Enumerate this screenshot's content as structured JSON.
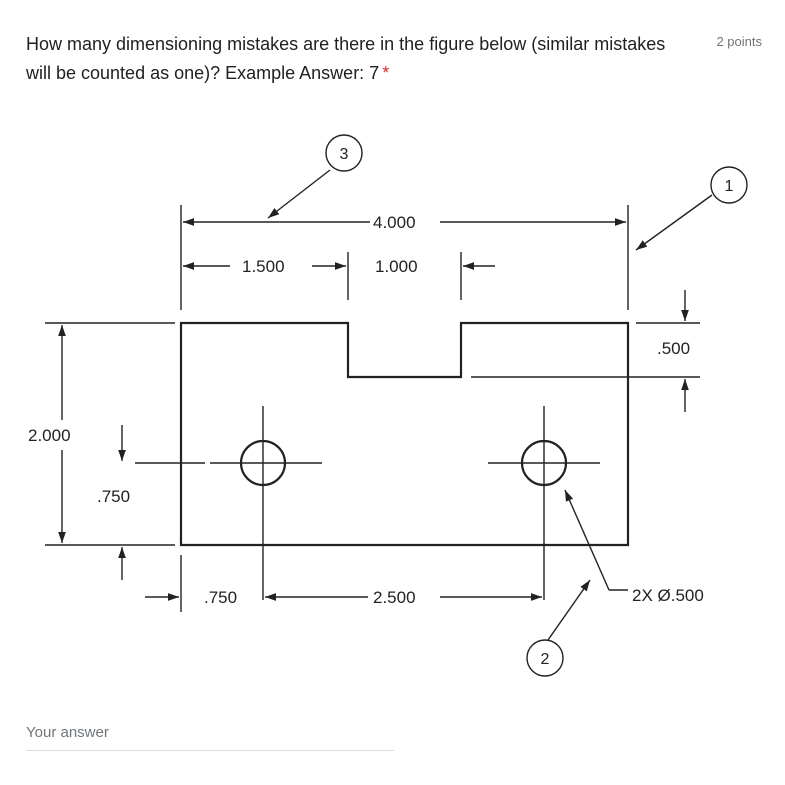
{
  "form_item": {
    "question": "How many dimensioning mistakes are there in the figure below (similar mistakes will be counted as one)? Example Answer: 7",
    "required_mark": "*",
    "points": "2 points",
    "answer_placeholder": "Your answer"
  },
  "figure": {
    "dimensions": {
      "overall_width": "4.000",
      "left_segment": "1.500",
      "notch_width": "1.000",
      "notch_depth": ".500",
      "overall_height": "2.000",
      "hole_height": ".750",
      "hole_left_offset": ".750",
      "hole_spacing": "2.500",
      "hole_callout": "2X Ø.500"
    },
    "balloons": [
      "3",
      "1",
      "2"
    ]
  }
}
